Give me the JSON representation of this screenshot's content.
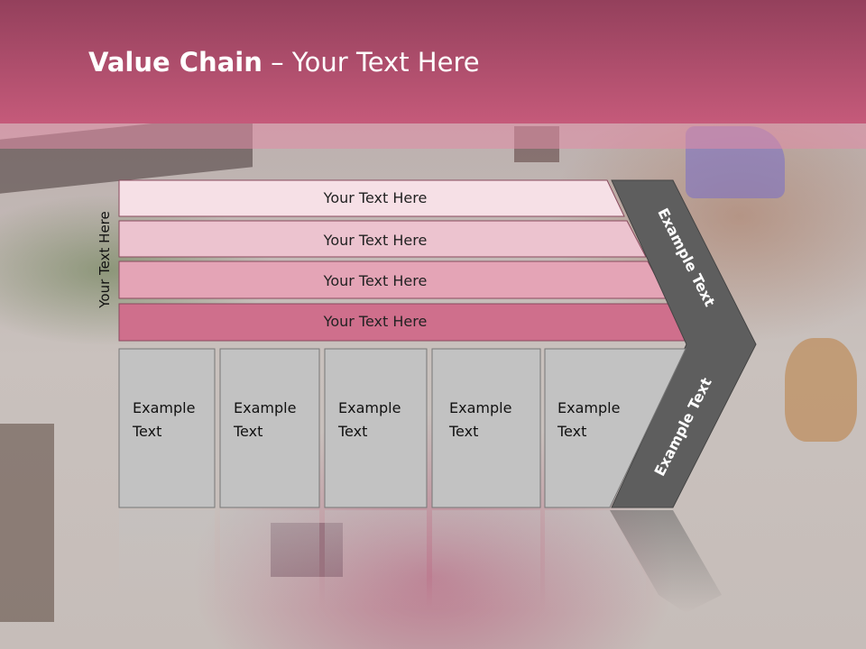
{
  "slide": {
    "title_bold": "Value Chain",
    "title_rest": " – Your Text Here",
    "side_label": "Your Text Here"
  },
  "bars": [
    {
      "label": "Your Text Here",
      "fill": "#f6e0e6"
    },
    {
      "label": "Your Text Here",
      "fill": "#ecc3cf"
    },
    {
      "label": "Your Text Here",
      "fill": "#e4a4b6"
    },
    {
      "label": "Your Text Here",
      "fill": "#cf6f8c"
    }
  ],
  "boxes": [
    {
      "line1": "Example",
      "line2": "Text"
    },
    {
      "line1": "Example",
      "line2": "Text"
    },
    {
      "line1": "Example",
      "line2": "Text"
    },
    {
      "line1": "Example",
      "line2": "Text"
    },
    {
      "line1": "Example",
      "line2": "Text"
    }
  ],
  "chevron": {
    "top_text": "Example Text",
    "bottom_text": "Example Text",
    "fill": "#5e5e5e"
  },
  "colors": {
    "box_fill": "#c2c2c2",
    "band_top": "#94405c",
    "band_bottom": "#c55a7a"
  }
}
